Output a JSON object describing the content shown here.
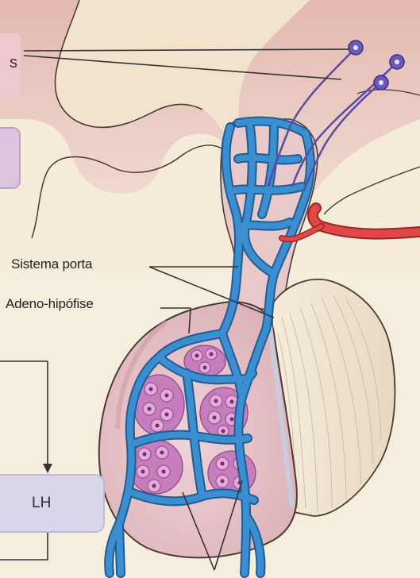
{
  "labels": {
    "portal_system": "Sistema porta",
    "adenohypophysis": "Adeno-hipófise",
    "lh_box": "LH",
    "top_left_box_partial": "s"
  },
  "colors": {
    "background": "#f4ecd9",
    "hypothalamus": "#e9cbc4",
    "tissue_outline": "#4a3a36",
    "anterior_lobe": "#e6c2c8",
    "posterior_lobe": "#f1e6d2",
    "portal_vessels": "#3b8fd1",
    "vessel_outline": "#1f5d93",
    "artery": "#e04848",
    "neurons": "#5b4aa3",
    "cell_clusters": "#c67dbd",
    "lh_box": "#dcd6ec"
  },
  "icons": [
    "neuron-icon",
    "artery-icon",
    "cell-cluster-icon",
    "portal-vessel-icon"
  ]
}
